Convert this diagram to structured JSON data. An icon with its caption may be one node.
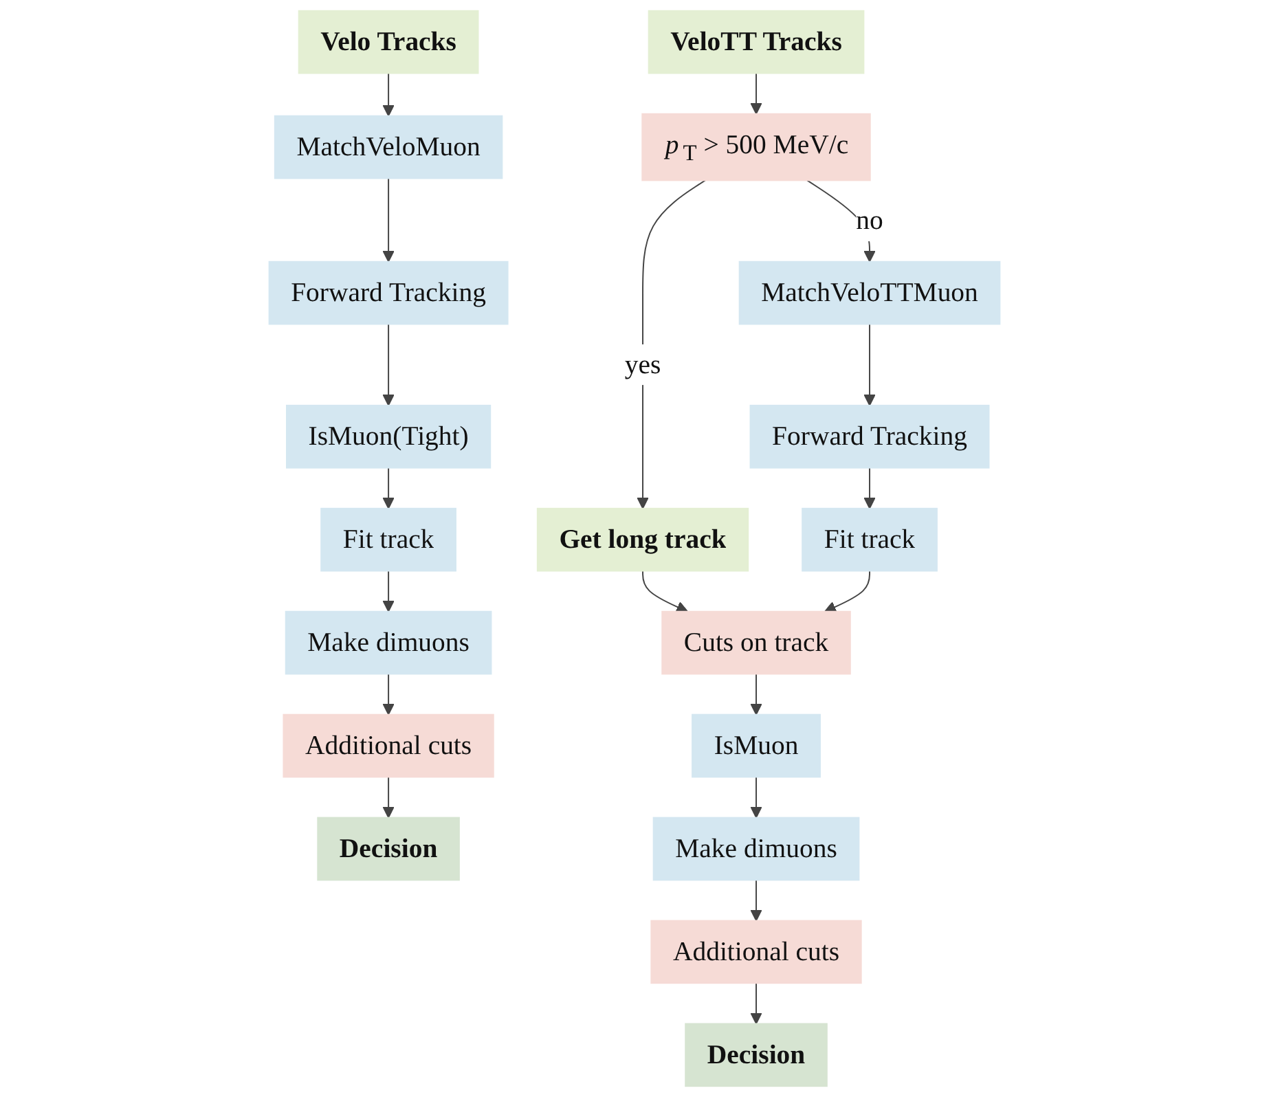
{
  "diagram": {
    "nodes": [
      {
        "text": [
          "Velo Tracks"
        ]
      },
      {
        "text": [
          "MatchVeloMuon"
        ]
      },
      {
        "text": [
          "Forward Tracking"
        ]
      },
      {
        "text": [
          "IsMuon(Tight)"
        ]
      },
      {
        "text": [
          "Fit track"
        ]
      },
      {
        "text": [
          "Make dimuons"
        ]
      },
      {
        "text": [
          "Additional cuts"
        ]
      },
      {
        "text": [
          "Decision"
        ]
      },
      {
        "text": [
          "VeloTT Tracks"
        ]
      },
      {
        "text": [
          "*p*$_{T}$ > 500 MeV/c"
        ]
      },
      {
        "text": [
          "Get long track"
        ]
      },
      {
        "text": [
          "MatchVeloTTMuon"
        ]
      },
      {
        "text": [
          "Forward Tracking"
        ]
      },
      {
        "text": [
          "Fit track"
        ]
      },
      {
        "text": [
          "Cuts on track"
        ]
      },
      {
        "text": [
          "IsMuon"
        ]
      },
      {
        "text": [
          "Make dimuons"
        ]
      },
      {
        "text": [
          "Additional cuts"
        ]
      },
      {
        "text": [
          "Decision"
        ]
      }
    ],
    "edges": [
      {
        "from": 0,
        "to": 1,
        "arrow": "to"
      },
      {
        "from": 1,
        "to": 2,
        "arrow": "to"
      },
      {
        "from": 2,
        "to": 3,
        "arrow": "to"
      },
      {
        "from": 3,
        "to": 4,
        "arrow": "to"
      },
      {
        "from": 4,
        "to": 5,
        "arrow": "to"
      },
      {
        "from": 5,
        "to": 6,
        "arrow": "to"
      },
      {
        "from": 6,
        "to": 7,
        "arrow": "to"
      },
      {
        "from": 8,
        "to": 9,
        "arrow": "to"
      },
      {
        "from": 9,
        "to": 10,
        "arrow": "to",
        "label": "yes"
      },
      {
        "from": 9,
        "to": 11,
        "arrow": "to",
        "label": "no"
      },
      {
        "from": 11,
        "to": 12,
        "arrow": "to"
      },
      {
        "from": 12,
        "to": 13,
        "arrow": "to"
      },
      {
        "from": 10,
        "to": 14,
        "arrow": "to"
      },
      {
        "from": 13,
        "to": 14,
        "arrow": "to"
      },
      {
        "from": 14,
        "to": 15,
        "arrow": "to"
      },
      {
        "from": 15,
        "to": 16,
        "arrow": "to"
      },
      {
        "from": 16,
        "to": 17,
        "arrow": "to"
      },
      {
        "from": 17,
        "to": 18,
        "arrow": "to"
      }
    ]
  }
}
